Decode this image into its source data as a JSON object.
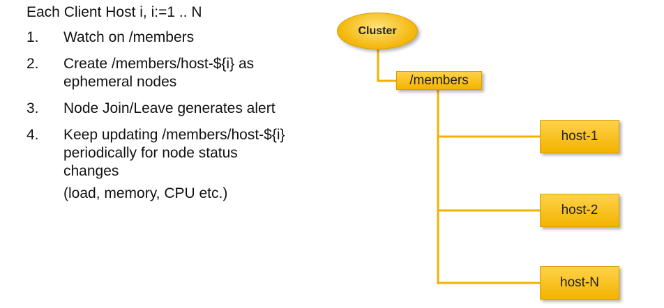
{
  "text": {
    "heading": "Each Client Host i, i:=1 .. N",
    "steps": [
      {
        "num": "1.",
        "lines": [
          "Watch on  /members"
        ]
      },
      {
        "num": "2.",
        "lines": [
          "Create /members/host-${i} as",
          "ephemeral nodes"
        ]
      },
      {
        "num": "3.",
        "lines": [
          "Node Join/Leave generates alert"
        ]
      },
      {
        "num": "4.",
        "lines": [
          "Keep updating /members/host-${i}",
          "periodically for node status",
          "changes"
        ]
      }
    ],
    "note": "(load, memory, CPU etc.)"
  },
  "tree": {
    "root": "Cluster",
    "members": "/members",
    "hosts": [
      "host-1",
      "host-2",
      "host-N"
    ]
  },
  "colors": {
    "node_fill": "#f3b300",
    "connector": "#f2b000"
  }
}
